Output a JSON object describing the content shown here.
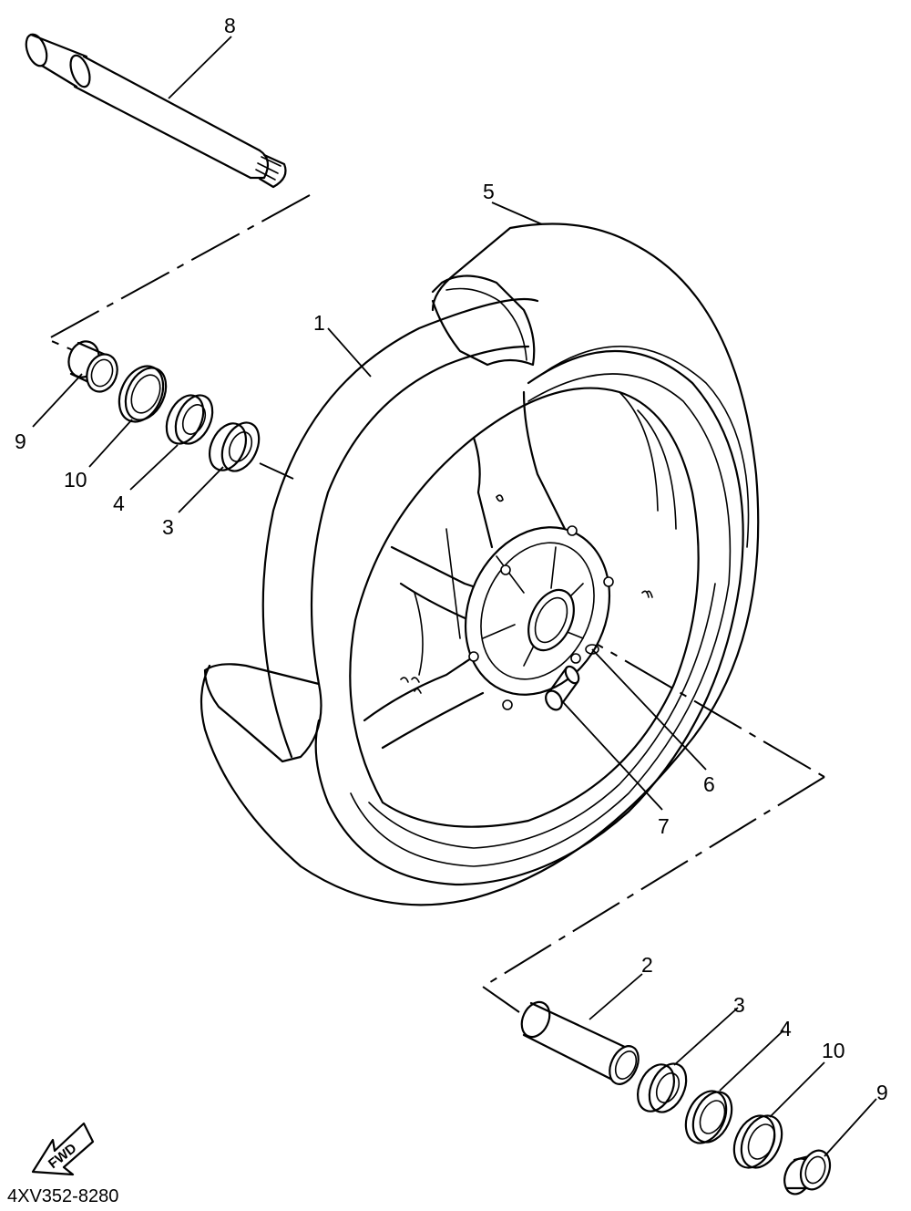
{
  "diagram": {
    "callouts": [
      {
        "id": "c1",
        "label": "1"
      },
      {
        "id": "c2",
        "label": "2"
      },
      {
        "id": "c3a",
        "label": "3"
      },
      {
        "id": "c3b",
        "label": "3"
      },
      {
        "id": "c4a",
        "label": "4"
      },
      {
        "id": "c4b",
        "label": "4"
      },
      {
        "id": "c5",
        "label": "5"
      },
      {
        "id": "c6",
        "label": "6"
      },
      {
        "id": "c7",
        "label": "7"
      },
      {
        "id": "c8",
        "label": "8"
      },
      {
        "id": "c9a",
        "label": "9"
      },
      {
        "id": "c9b",
        "label": "9"
      },
      {
        "id": "c10a",
        "label": "10"
      },
      {
        "id": "c10b",
        "label": "10"
      }
    ],
    "fwd_label": "FWD",
    "drawing_code": "4XV352-8280"
  }
}
